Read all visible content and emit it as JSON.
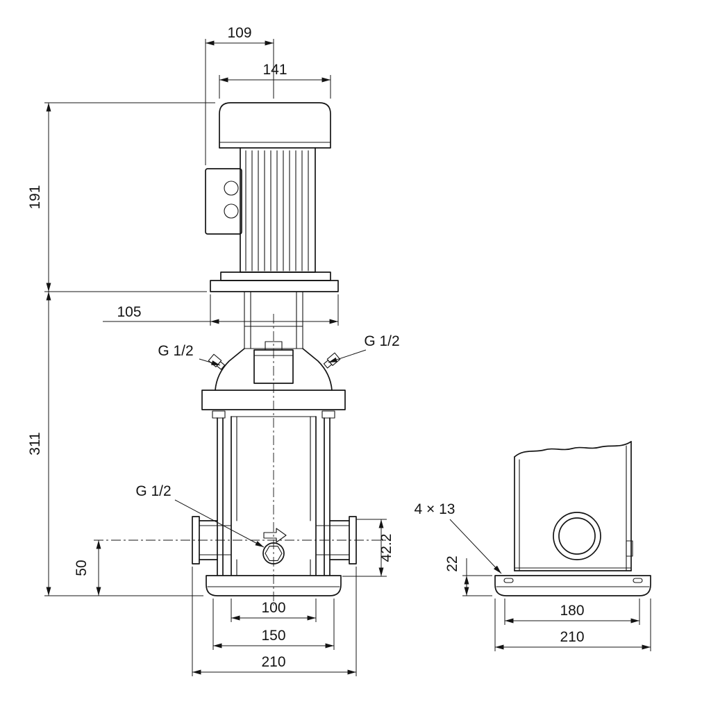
{
  "drawing": {
    "type": "pump-dimensional-drawing",
    "front": {
      "d109": "109",
      "d141": "141",
      "d191": "191",
      "d105": "105",
      "d311": "311",
      "g12_left": "G 1/2",
      "g12_right": "G 1/2",
      "g12_drain": "G 1/2",
      "d50": "50",
      "d42": "42.2",
      "d100": "100",
      "d150": "150",
      "d210": "210"
    },
    "side": {
      "holes": "4 × 13",
      "d22": "22",
      "d180": "180",
      "d210": "210"
    }
  }
}
